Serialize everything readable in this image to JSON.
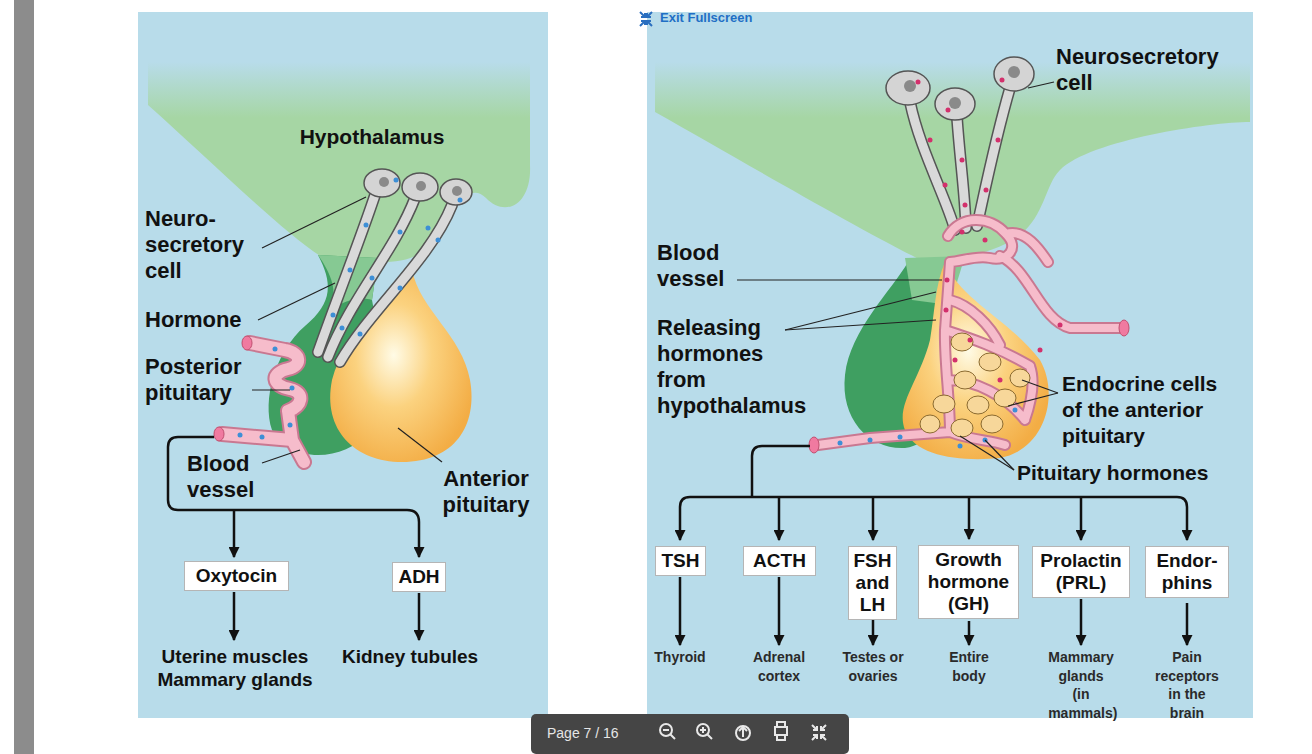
{
  "diagram": {
    "nodes": [
      {
        "text": [
          "Oxytocin"
        ]
      },
      {
        "text": [
          "ADH"
        ]
      },
      {
        "text": [
          "TSH"
        ]
      },
      {
        "text": [
          "ACTH"
        ]
      },
      {
        "text": [
          "FSH and LH"
        ]
      },
      {
        "text": [
          "Growth hormone (GH)"
        ]
      },
      {
        "text": [
          "Prolactin (PRL)"
        ]
      },
      {
        "text": [
          "Endor- phins"
        ]
      }
    ],
    "labels": [
      "Exit Fullscreen",
      "Hypothalamus",
      "Neuro- secretory cell",
      "Hormone",
      "Posterior pituitary",
      "Blood vessel",
      "Anterior pituitary",
      "Uterine muscles Mammary glands",
      "Kidney tubules",
      "Neurosecretory cell",
      "Blood vessel",
      "Releasing hormones from hypothalamus",
      "Endocrine cells of the anterior pituitary",
      "Pituitary hormones",
      "Thyroid",
      "Adrenal cortex",
      "Testes or ovaries",
      "Entire body",
      "Mammary glands (in mammals)",
      "Pain receptors in the brain",
      "Page 7 / 16"
    ]
  }
}
